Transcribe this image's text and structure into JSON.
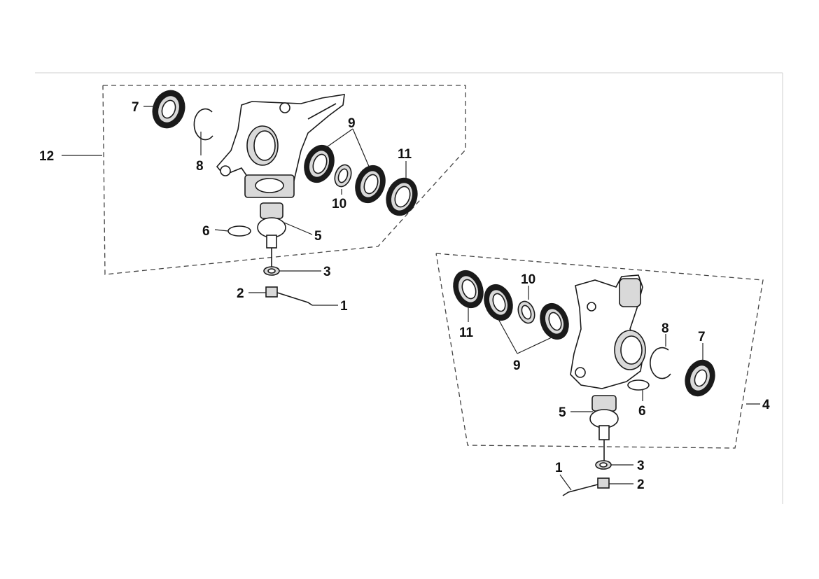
{
  "left_assembly": {
    "callouts": {
      "c12": "12",
      "c7": "7",
      "c8": "8",
      "c9": "9",
      "c10": "10",
      "c11": "11",
      "c6": "6",
      "c5": "5",
      "c3": "3",
      "c2": "2",
      "c1": "1"
    }
  },
  "right_assembly": {
    "callouts": {
      "c4": "4",
      "c7": "7",
      "c8": "8",
      "c9": "9",
      "c10": "10",
      "c11": "11",
      "c6": "6",
      "c5": "5",
      "c3": "3",
      "c2": "2",
      "c1": "1"
    }
  },
  "colors": {
    "line": "#1a1a1a",
    "seal_fill": "#d9d9d9",
    "frame": "#cccccc"
  }
}
